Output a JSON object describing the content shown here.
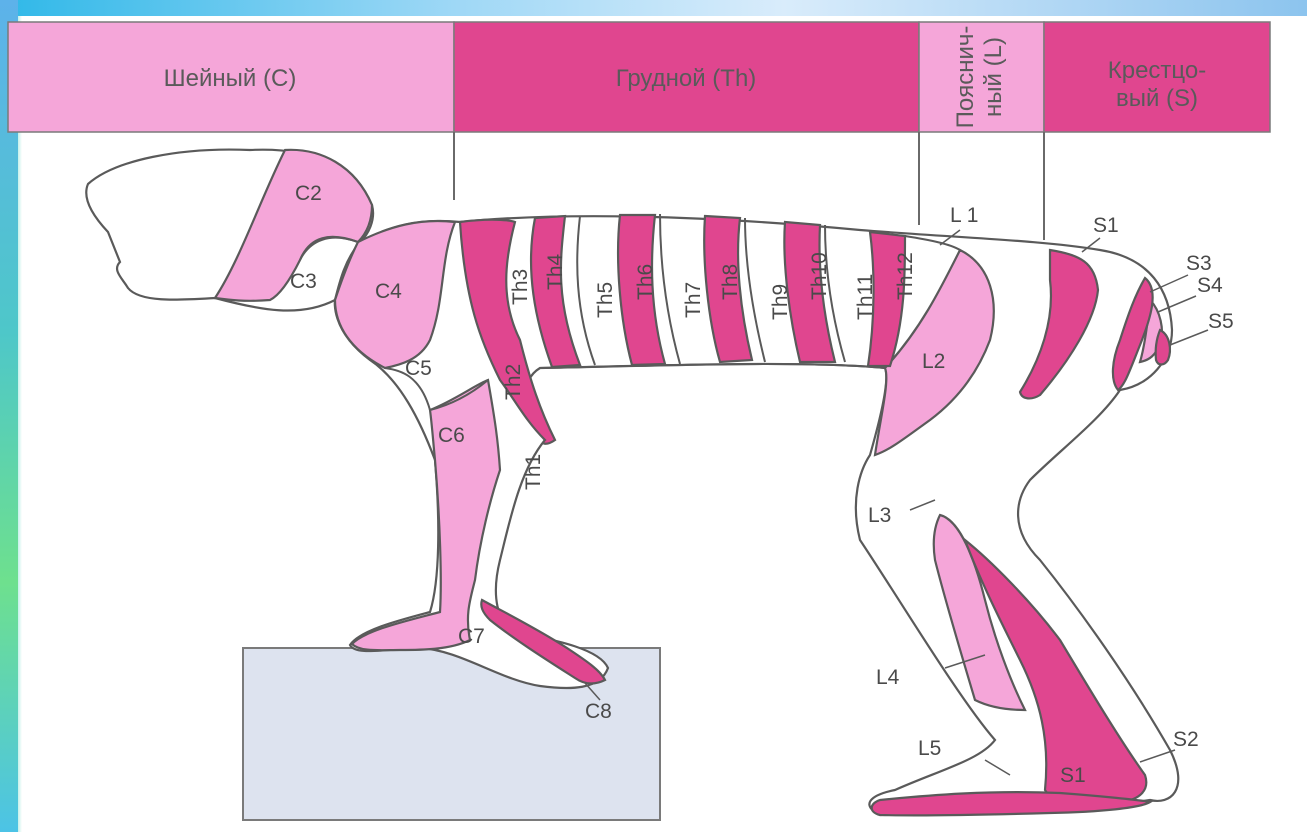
{
  "header": {
    "cervical": "Шейный (C)",
    "thoracic": "Грудной (Th)",
    "lumbar_line1": "Пояснич-",
    "lumbar_line2": "ный (L)",
    "sacral_line1": "Крестцо-",
    "sacral_line2": "вый (S)"
  },
  "labels": {
    "C2": "C2",
    "C3": "C3",
    "C4": "C4",
    "C5": "C5",
    "C6": "C6",
    "C7": "C7",
    "C8": "C8",
    "Th1": "Th1",
    "Th2": "Th2",
    "Th3": "Th3",
    "Th4": "Th4",
    "Th5": "Th5",
    "Th6": "Th6",
    "Th7": "Th7",
    "Th8": "Th8",
    "Th9": "Th9",
    "Th10": "Th10",
    "Th11": "Th11",
    "Th12": "Th12",
    "L1": "L 1",
    "L2": "L2",
    "L3": "L3",
    "L4": "L4",
    "L5": "L5",
    "S1_top": "S1",
    "S3": "S3",
    "S4": "S4",
    "S5": "S5",
    "S2": "S2",
    "S1_foot": "S1"
  },
  "colors": {
    "light_pink": "#f5a6d9",
    "dark_pink": "#e0468f",
    "box_fill": "#dde3ef",
    "outline": "#5a5a5a"
  }
}
